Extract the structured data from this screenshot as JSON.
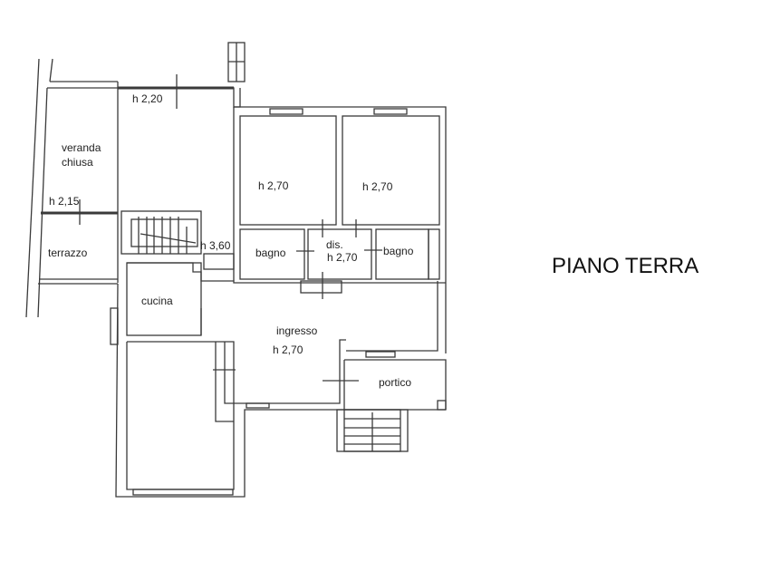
{
  "title": "PIANO TERRA",
  "rooms": {
    "veranda_1": "veranda",
    "veranda_2": "chiusa",
    "veranda_h": "h 2,20",
    "terrazzo_h": "h 2,15",
    "terrazzo": "terrazzo",
    "stairs_h": "h 3,60",
    "bedroom1_h": "h 2,70",
    "bedroom2_h": "h 2,70",
    "bagno1": "bagno",
    "dis": "dis.",
    "dis_h": "h 2,70",
    "bagno2": "bagno",
    "cucina": "cucina",
    "ingresso": "ingresso",
    "ingresso_h": "h 2,70",
    "portico": "portico"
  },
  "colors": {
    "line": "#3a3a3a",
    "background": "#ffffff"
  }
}
